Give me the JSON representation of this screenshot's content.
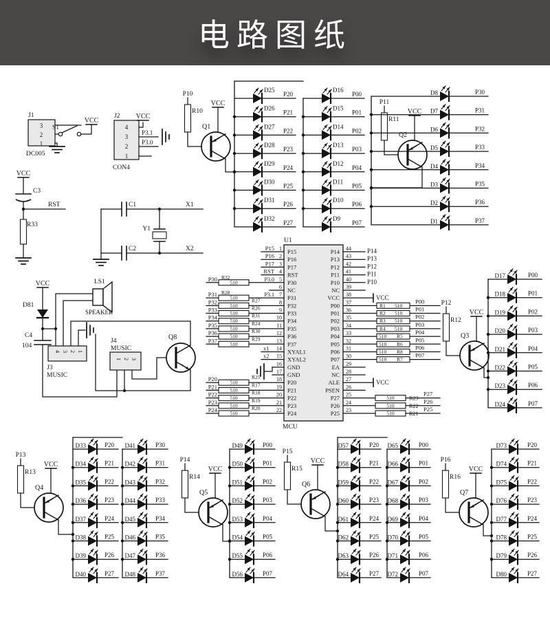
{
  "title": "电路图纸",
  "colors": {
    "banner_bg": "#4a4747",
    "banner_fg": "#ffffff",
    "line": "#141414",
    "chip_fill": "#e9e9e9",
    "paper": "#ffffff"
  },
  "vcc_label": "VCC",
  "top_left": {
    "j1": {
      "ref": "J1",
      "pins": [
        "3",
        "2",
        "1"
      ],
      "footprint": "DC005"
    },
    "s1": "S1",
    "j2": {
      "ref": "J2",
      "pins": [
        "4",
        "3",
        "2",
        "1"
      ],
      "footprint": "CON4",
      "pin3_net": "P3.1",
      "pin2_net": "P3.0"
    },
    "reset": {
      "cap": "C3",
      "net": "RST",
      "res": "R33"
    },
    "osc": {
      "c1": "C1",
      "xtal": "Y1",
      "c2": "C2",
      "x1": "X1",
      "x2": "X2"
    }
  },
  "audio": {
    "diode": "D81",
    "cap": "C4",
    "cap_value": "104",
    "j3": {
      "ref": "J3",
      "name": "MUSIC",
      "pins": [
        "4",
        "3",
        "2",
        "1"
      ]
    },
    "speaker": {
      "ref": "LS1",
      "name": "SPEAKER"
    },
    "j4": {
      "ref": "J4",
      "name": "MUSIC",
      "pins": [
        "1",
        "2",
        "3"
      ]
    },
    "transistor": "Q8"
  },
  "mcu": {
    "ref": "U1",
    "name": "MCU",
    "left_pins": [
      {
        "num": "1",
        "name": "P15",
        "net": "P15"
      },
      {
        "num": "2",
        "name": "P16",
        "net": "P16"
      },
      {
        "num": "3",
        "name": "P17",
        "net": "P17"
      },
      {
        "num": "4",
        "name": "RST",
        "net": "RST"
      },
      {
        "num": "5",
        "name": "P30",
        "net": "P3.0",
        "res": "R32",
        "val": "510",
        "ext": "P30"
      },
      {
        "num": "6",
        "name": "NC"
      },
      {
        "num": "7",
        "name": "P31",
        "net": "P3.1",
        "res": "R28",
        "val": "510",
        "ext": "P31"
      },
      {
        "num": "8",
        "name": "P32",
        "res": "R27",
        "val": "510",
        "ext": "P32"
      },
      {
        "num": "9",
        "name": "P33",
        "res": "R26",
        "val": "510",
        "ext": "P33"
      },
      {
        "num": "10",
        "name": "P34",
        "res": "R31",
        "val": "510",
        "ext": "P34"
      },
      {
        "num": "11",
        "name": "P35",
        "res": "R24",
        "val": "510",
        "ext": "P35"
      },
      {
        "num": "12",
        "name": "P36",
        "res": "R30",
        "val": "510",
        "ext": "P36"
      },
      {
        "num": "13",
        "name": "P37",
        "res": "R29",
        "val": "510",
        "ext": "P37"
      },
      {
        "num": "14",
        "name": "XYAL1",
        "net": "x1",
        "net_low": true
      },
      {
        "num": "15",
        "name": "XYAL2",
        "net": "x2",
        "net_low": true
      },
      {
        "num": "16",
        "name": "GND",
        "gnd": true
      },
      {
        "num": "17",
        "name": "GND",
        "gnd": true
      },
      {
        "num": "18",
        "name": "P20",
        "res": "R25",
        "val": "510",
        "ext": "P20"
      },
      {
        "num": "19",
        "name": "P21",
        "res": "R17",
        "val": "510",
        "ext": "P21"
      },
      {
        "num": "20",
        "name": "P22",
        "res": "R18",
        "val": "510",
        "ext": "P22"
      },
      {
        "num": "21",
        "name": "P23",
        "res": "R19",
        "val": "510",
        "ext": "P23"
      },
      {
        "num": "22",
        "name": "P24",
        "res": "R20",
        "val": "510",
        "ext": "P24"
      }
    ],
    "right_pins": [
      {
        "num": "44",
        "name": "P14",
        "net": "P14"
      },
      {
        "num": "43",
        "name": "P13",
        "net": "P13"
      },
      {
        "num": "42",
        "name": "P12",
        "net": "P12"
      },
      {
        "num": "41",
        "name": "P11",
        "net": "P11"
      },
      {
        "num": "40",
        "name": "P10",
        "net": "P10"
      },
      {
        "num": "39",
        "name": "NC"
      },
      {
        "num": "38",
        "name": "VCC",
        "vcc": true
      },
      {
        "num": "37",
        "name": "P00",
        "res": "R1",
        "val": "510",
        "ext": "P00",
        "rstyle": "nf"
      },
      {
        "num": "36",
        "name": "P01",
        "res": "R2",
        "val": "510",
        "ext": "P01",
        "rstyle": "nf"
      },
      {
        "num": "35",
        "name": "P02",
        "res": "R3",
        "val": "510",
        "ext": "P02",
        "rstyle": "nf"
      },
      {
        "num": "34",
        "name": "P03",
        "res": "R4",
        "val": "510",
        "ext": "P03",
        "rstyle": "nf"
      },
      {
        "num": "33",
        "name": "P04",
        "res": "R5",
        "val": "510",
        "ext": "P04",
        "rstyle": "vf"
      },
      {
        "num": "32",
        "name": "P05",
        "res": "R6",
        "val": "510",
        "ext": "P05",
        "rstyle": "vf"
      },
      {
        "num": "31",
        "name": "P06",
        "res": "R8",
        "val": "510",
        "ext": "P06",
        "rstyle": "vf"
      },
      {
        "num": "30",
        "name": "P07",
        "res": "R7",
        "val": "510",
        "ext": "P07",
        "rstyle": "vf"
      },
      {
        "num": "29",
        "name": "EA"
      },
      {
        "num": "28",
        "name": "NC"
      },
      {
        "num": "27",
        "name": "ALE",
        "vcc": true
      },
      {
        "num": "26",
        "name": "PSEN"
      },
      {
        "num": "25",
        "name": "P27",
        "res": "R23",
        "val": "510",
        "ext": "P27",
        "rstyle": "bv"
      },
      {
        "num": "24",
        "name": "P26",
        "res": "R22",
        "val": "510",
        "ext": "P26",
        "rstyle": "bv"
      },
      {
        "num": "23",
        "name": "P25",
        "res": "R21",
        "val": "510",
        "ext": "P25",
        "rstyle": "bv"
      }
    ]
  },
  "drivers": [
    {
      "transistor": "Q1",
      "resistor": "R10",
      "input_net": "P10"
    },
    {
      "transistor": "Q2",
      "resistor": "R11",
      "input_net": "P11"
    },
    {
      "transistor": "Q3",
      "resistor": "R12",
      "input_net": "P12"
    },
    {
      "transistor": "Q4",
      "resistor": "R13",
      "input_net": "P13"
    },
    {
      "transistor": "Q5",
      "resistor": "R14",
      "input_net": "P14"
    },
    {
      "transistor": "Q6",
      "resistor": "R15",
      "input_net": "P15"
    },
    {
      "transistor": "Q7",
      "resistor": "R16",
      "input_net": "P16"
    }
  ],
  "led_columns": [
    {
      "driver": "Q1",
      "leds": [
        "D25",
        "D26",
        "D27",
        "D28",
        "D29",
        "D30",
        "D31",
        "D32"
      ],
      "nets": [
        "P20",
        "P21",
        "P22",
        "P23",
        "P24",
        "P25",
        "P26",
        "P27"
      ]
    },
    {
      "driver": "Q1",
      "leds": [
        "D16",
        "D15",
        "D14",
        "D13",
        "D12",
        "D11",
        "D10",
        "D9"
      ],
      "nets": [
        "P00",
        "P01",
        "P02",
        "P03",
        "P04",
        "P05",
        "P06",
        "P07"
      ]
    },
    {
      "driver": "Q2",
      "leds": [
        "D8",
        "D7",
        "D6",
        "D5",
        "D4",
        "D3",
        "D2",
        "D1"
      ],
      "nets": [
        "P30",
        "P31",
        "P32",
        "P33",
        "P34",
        "P35",
        "P36",
        "P37"
      ]
    },
    {
      "driver": "Q3",
      "leds": [
        "D17",
        "D18",
        "D19",
        "D20",
        "D21",
        "D22",
        "D23",
        "D24"
      ],
      "nets": [
        "P00",
        "P01",
        "P02",
        "P03",
        "P04",
        "P05",
        "P06",
        "P07"
      ]
    },
    {
      "driver": "Q4",
      "leds": [
        "D33",
        "D34",
        "D35",
        "D36",
        "D37",
        "D38",
        "D39",
        "D40"
      ],
      "nets": [
        "P20",
        "P21",
        "P22",
        "P23",
        "P24",
        "P25",
        "P26",
        "P27"
      ]
    },
    {
      "driver": "Q4",
      "leds": [
        "D41",
        "D42",
        "D43",
        "D44",
        "D45",
        "D46",
        "D47",
        "D48"
      ],
      "nets": [
        "P30",
        "P31",
        "P32",
        "P33",
        "P34",
        "P35",
        "P36",
        "P37"
      ]
    },
    {
      "driver": "Q5",
      "leds": [
        "D49",
        "D50",
        "D51",
        "D52",
        "D53",
        "D54",
        "D55",
        "D56"
      ],
      "nets": [
        "P00",
        "P01",
        "P02",
        "P03",
        "P04",
        "P05",
        "P06",
        "P07"
      ]
    },
    {
      "driver": "Q6",
      "leds": [
        "D57",
        "D58",
        "D59",
        "D60",
        "D61",
        "D62",
        "D63",
        "D64"
      ],
      "nets": [
        "P20",
        "P21",
        "P22",
        "P23",
        "P24",
        "P25",
        "P26",
        "P27"
      ]
    },
    {
      "driver": "Q6",
      "leds": [
        "D65",
        "D66",
        "D67",
        "D68",
        "D69",
        "D70",
        "D71",
        "D72"
      ],
      "nets": [
        "P00",
        "P01",
        "P02",
        "P03",
        "P04",
        "P05",
        "P06",
        "P07"
      ]
    },
    {
      "driver": "Q7",
      "leds": [
        "D73",
        "D74",
        "D75",
        "D76",
        "D77",
        "D78",
        "D79",
        "D80"
      ],
      "nets": [
        "P20",
        "P21",
        "P22",
        "P23",
        "P24",
        "P25",
        "P26",
        "P27"
      ]
    }
  ]
}
